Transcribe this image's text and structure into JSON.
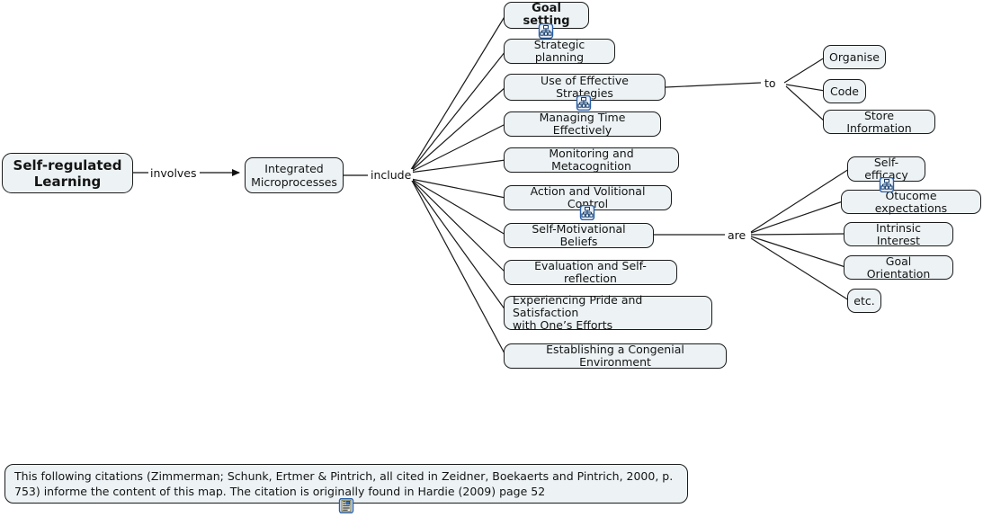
{
  "map": {
    "title": "Self-regulated Learning concept map",
    "colors": {
      "node_fill": "#edf3f5",
      "node_border": "#1b1b1b",
      "edge": "#1b1b1b",
      "text": "#141414",
      "icon_blue": "#2a5fa5",
      "background": "#ffffff"
    }
  },
  "nodes": {
    "root": {
      "label": "Self-regulated\nLearning"
    },
    "integrated": {
      "label": "Integrated\nMicroprocesses"
    },
    "microprocesses": [
      {
        "label": "Goal setting",
        "bold": true,
        "icon": "submap-icon"
      },
      {
        "label": "Strategic planning",
        "bold": false,
        "icon": null
      },
      {
        "label": "Use of Effective Strategies",
        "bold": false,
        "icon": "submap-icon"
      },
      {
        "label": "Managing Time Effectively",
        "bold": false,
        "icon": null
      },
      {
        "label": "Monitoring and Metacognition",
        "bold": false,
        "icon": null
      },
      {
        "label": "Action and Volitional Control",
        "bold": false,
        "icon": "submap-icon"
      },
      {
        "label": "Self-Motivational Beliefs",
        "bold": false,
        "icon": null
      },
      {
        "label": "Evaluation and Self-reflection",
        "bold": false,
        "icon": null
      },
      {
        "label": "Experiencing Pride and Satisfaction\nwith One’s Efforts",
        "bold": false,
        "icon": null
      },
      {
        "label": "Establishing a Congenial Environment",
        "bold": false,
        "icon": null
      }
    ],
    "strategy_targets": [
      {
        "label": "Organise"
      },
      {
        "label": "Code"
      },
      {
        "label": "Store Information"
      }
    ],
    "belief_targets": [
      {
        "label": "Self-efficacy",
        "icon": "submap-icon"
      },
      {
        "label": "Otucome expectations",
        "icon": null
      },
      {
        "label": "Intrinsic Interest",
        "icon": null
      },
      {
        "label": "Goal Orientation",
        "icon": null
      },
      {
        "label": "etc.",
        "icon": null
      }
    ]
  },
  "link_labels": {
    "involves": "involves",
    "include": "include",
    "to": "to",
    "are": "are"
  },
  "note": {
    "text": "This following citations (Zimmerman; Schunk, Ertmer & Pintrich, all cited in Zeidner, Boekaerts and Pintrich, 2000, p. 753) informe the content of this map. The citation is originally found in Hardie (2009) page 52",
    "icon": "note-document-icon"
  }
}
